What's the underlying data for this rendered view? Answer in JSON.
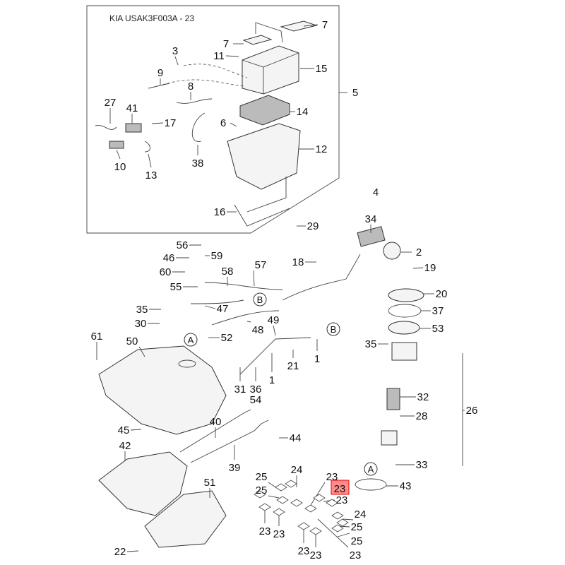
{
  "diagram": {
    "title": "KIA USAK3F003A - 23",
    "highlight_color": "#ff0000",
    "highlighted_label": "23",
    "callouts": [
      "7",
      "7",
      "3",
      "11",
      "15",
      "9",
      "8",
      "27",
      "41",
      "17",
      "14",
      "6",
      "12",
      "10",
      "38",
      "13",
      "16",
      "29",
      "5",
      "4",
      "34",
      "2",
      "19",
      "18",
      "56",
      "59",
      "46",
      "57",
      "60",
      "58",
      "55",
      "20",
      "35",
      "47",
      "37",
      "30",
      "49",
      "48",
      "53",
      "61",
      "50",
      "52",
      "35",
      "21",
      "1",
      "1",
      "31",
      "36",
      "54",
      "32",
      "26",
      "28",
      "40",
      "45",
      "44",
      "42",
      "39",
      "33",
      "43",
      "51",
      "22",
      "24",
      "25",
      "25",
      "23",
      "23",
      "23",
      "24",
      "25",
      "25",
      "23",
      "23",
      "23",
      "23",
      "23"
    ],
    "reference_markers": [
      "B",
      "A",
      "B",
      "A"
    ]
  }
}
